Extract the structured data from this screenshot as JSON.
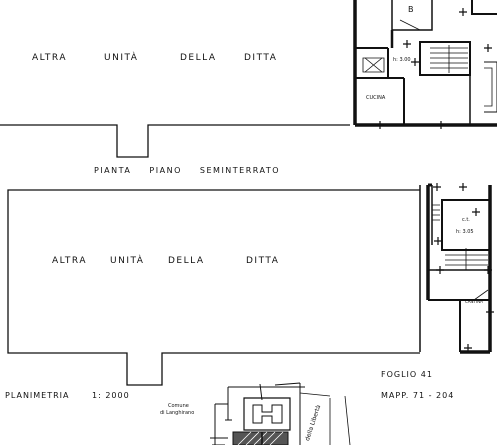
{
  "top_plan": {
    "labels": [
      "ALTRA",
      "UNITÀ",
      "DELLA",
      "DITTA"
    ],
    "room_b": "B",
    "room_height": "h: 3.00",
    "room_cucina": "CUCINA"
  },
  "floor_title": "PIANTA PIANO SEMINTERRATO",
  "bottom_plan": {
    "labels": [
      "ALTRA",
      "UNITÀ",
      "DELLA",
      "DITTA"
    ],
    "room_ct": "c.t.",
    "room_height": "h: 3.05",
    "room_cantina": "CANTINA"
  },
  "planimetria": {
    "label": "PLANIMETRIA",
    "scale": "1: 2000"
  },
  "site": {
    "comune": "Comune",
    "comune_di": "di Langhirano",
    "via": "della Libertà"
  },
  "cadastre": {
    "foglio": "FOGLIO 41",
    "mapp": "MAPP. 71 - 204"
  }
}
